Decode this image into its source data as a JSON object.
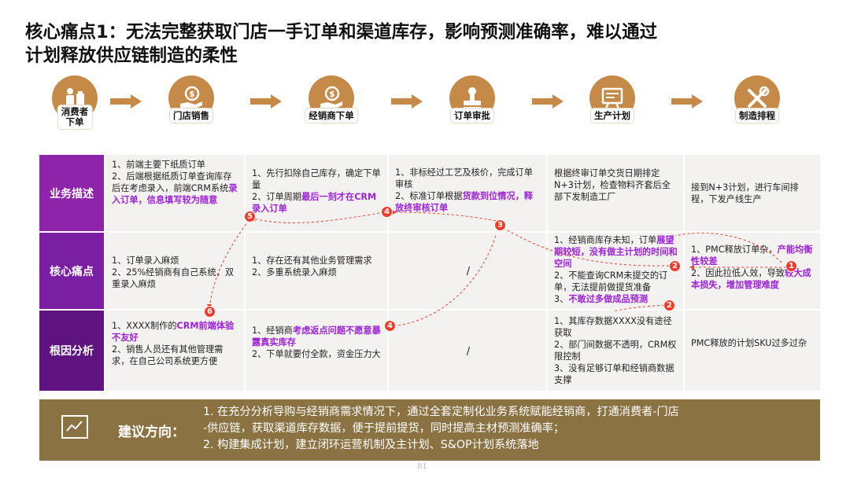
{
  "title": {
    "line1": "核心痛点1：无法完整获取门店一手订单和渠道库存，影响预测准确率，难以通过",
    "line2": "计划释放供应链制造的柔性"
  },
  "flow": [
    {
      "label": "消费者\n下单",
      "icon": "consumer-icon"
    },
    {
      "label": "门店销售",
      "icon": "money-hand-icon"
    },
    {
      "label": "经销商下单",
      "icon": "money-hand-icon"
    },
    {
      "label": "订单审批",
      "icon": "stamp-icon"
    },
    {
      "label": "生产计划",
      "icon": "plan-board-icon"
    },
    {
      "label": "制造排程",
      "icon": "tools-icon"
    }
  ],
  "rows": {
    "business": "业务描述",
    "pain": "核心痛点",
    "root": "根因分析"
  },
  "cells": {
    "b1_a": "1、前端主要下纸质订单",
    "b1_b": "2、后端根据纸质订单查询库存后在考虑录入，前端CRM系统",
    "b1_hl": "录入订单，信息填写较为随意",
    "b2_a": "1、先行扣除自己库存，确定下单量",
    "b2_b": "2、订单周期",
    "b2_hl": "最后一刻才在CRM录入订单",
    "b3_a": "1、非标经过工艺及核价，完成订单审核",
    "b3_b": "2、标准订单根据",
    "b3_hl": "货款到位情况，释放终审核订单",
    "b4": "根据终审订单交货日期排定N+3计划，检查物料齐套后全部下发制造工厂",
    "b5": "接到N+3计划，进行车间排程，下发产线生产",
    "p1_a": "1、订单录入麻烦",
    "p1_b": "2、25%经销商有自己系统，双重录入麻烦",
    "p2_a": "1、存在还有其他业务管理需求",
    "p2_b": "2、多重系统录入麻烦",
    "p3": "/",
    "p4_a": "1、经销商库存未知，订单",
    "p4_hl1": "展望期较短，没有做主计划的时间和空间",
    "p4_b": "2、不能查询CRM未提交的订单，无法提前做提货准备",
    "p4_c": "3、",
    "p4_hl2": "不敢过多做成品预测",
    "p5_a": "1、PMC释放订单杂，",
    "p5_hl1": "产能均衡性较差",
    "p5_b": "2、因此拉低人效，导致",
    "p5_hl2": "较大成本损失，增加管理难度",
    "r1_a": "1、XXXX制作的",
    "r1_hl": "CRM前端体验不友好",
    "r1_b": "2、销售人员还有其他管理需求，在自己公司系统更方便",
    "r2_a": "1、经销商",
    "r2_hl": "考虑返点问题不愿意暴露真实库存",
    "r2_b": "2、下单就要付全款，资金压力大",
    "r3": "/",
    "r4": "1、其库存数据XXXX没有途径获取\n2、部门间数据不透明，CRM权限控制\n3、没有足够订单和经销商数据支撑",
    "r5": "PMC释放的计划SKU过多过杂"
  },
  "badges": [
    "5",
    "4",
    "3",
    "2",
    "1",
    "6",
    "4",
    "2"
  ],
  "suggest": {
    "label": "建议方向：",
    "item1a": "1.   在充分分析导购与经销商需求情况下，通过全套定制化业务系统赋能经销商，打通消费者-门店",
    "item1b": "-供应链，获取渠道库存数据，便于提前提货，同时提高主材预测准确率；",
    "item2": "2.   构建集成计划，建立闭环运营机制及主计划、S&OP计划系统落地"
  },
  "page_number": "81",
  "colors": {
    "accent": "#c68a48",
    "highlight": "#9b22d6",
    "badge": "#ef3b2c",
    "banner": "#8a7243",
    "row_head": "#7b1fa2"
  }
}
